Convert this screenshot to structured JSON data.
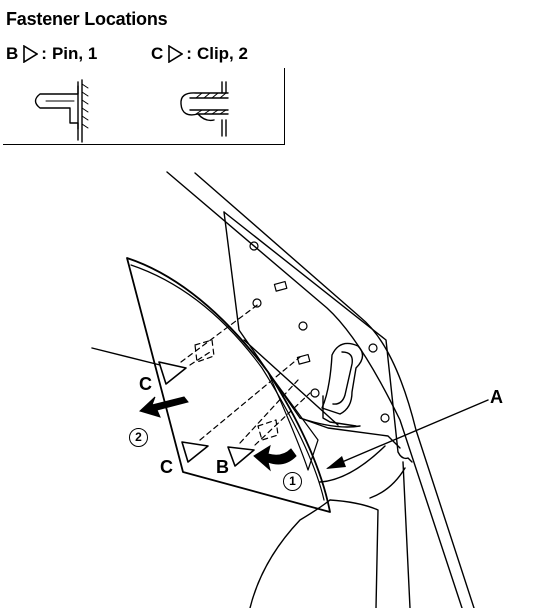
{
  "title": "Fastener Locations",
  "legend": [
    {
      "letter": "B",
      "text": "Pin, 1"
    },
    {
      "letter": "C",
      "text": "Clip, 2"
    }
  ],
  "callouts": {
    "a": "A",
    "b": "B",
    "c_upper": "C",
    "c_lower": "C",
    "step1": "1",
    "step2": "2"
  }
}
